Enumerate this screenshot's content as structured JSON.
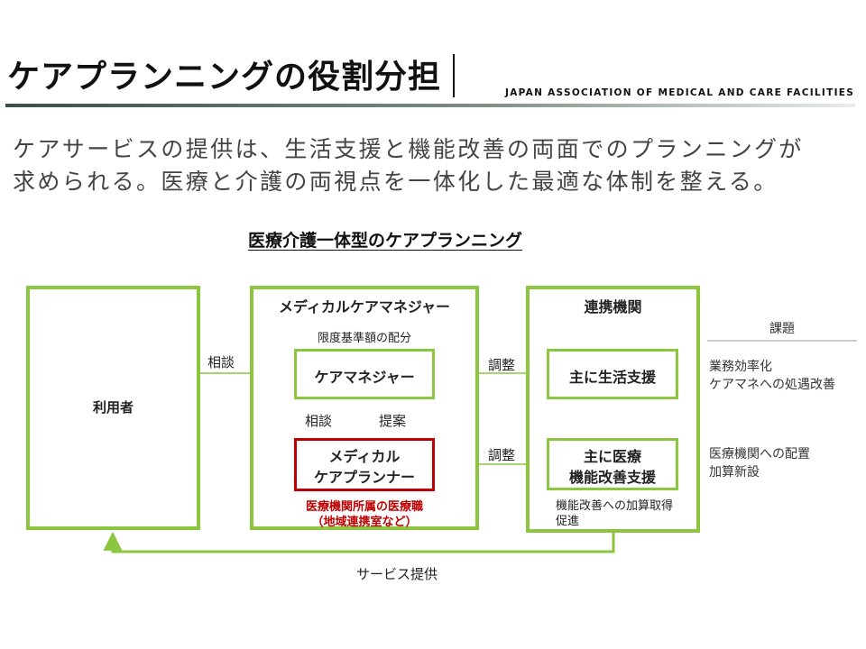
{
  "header": {
    "title": "ケアプランニングの役割分担",
    "org": "JAPAN ASSOCIATION OF MEDICAL AND CARE FACILITIES"
  },
  "lead": {
    "line1": "ケアサービスの提供は、生活支援と機能改善の両面でのプランニングが",
    "line2": "求められる。医療と介護の両視点を一体化した最適な体制を整える。"
  },
  "diagram": {
    "title": "医療介護一体型のケアプランニング",
    "user_box": "利用者",
    "mcm_header": "メディカルケアマネジャー",
    "limit_label": "限度基準額の配分",
    "care_manager": "ケアマネジャー",
    "planner_line1": "メディカル",
    "planner_line2": "ケアプランナー",
    "planner_note1": "医療機関所属の医療職",
    "planner_note2": "（地域連携室など）",
    "partner_header": "連携機関",
    "life_support": "主に生活支援",
    "medical_line1": "主に医療",
    "medical_line2": "機能改善支援",
    "partner_note1": "機能改善への加算取得",
    "partner_note2": "促進",
    "consult_user": "相談",
    "consult_down": "相談",
    "proposal_up": "提案",
    "adjust_top": "調整",
    "adjust_bottom": "調整",
    "service": "サービス提供",
    "issues_header": "課題",
    "issue1_line1": "業務効率化",
    "issue1_line2": "ケアマネへの処遇改善",
    "issue2_line1": "医療機関への配置",
    "issue2_line2": "加算新設"
  },
  "colors": {
    "green": "#8cc63f",
    "red": "#c00000"
  }
}
